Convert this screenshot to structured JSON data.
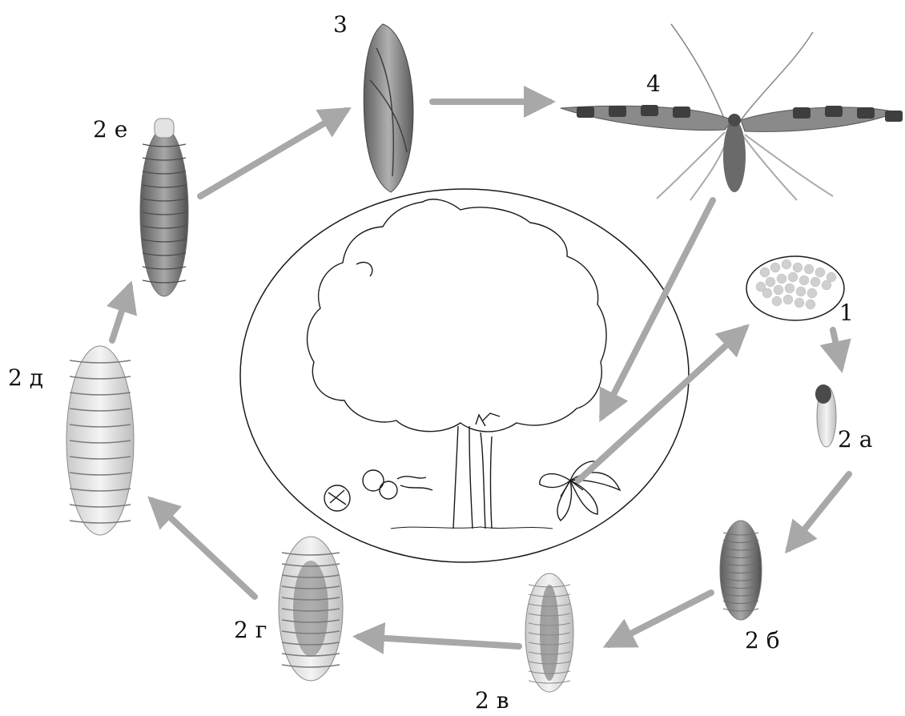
{
  "labels": {
    "stage_1": "1",
    "stage_2a": "2 а",
    "stage_2b": "2 б",
    "stage_2v": "2 в",
    "stage_2g": "2 г",
    "stage_2d": "2 д",
    "stage_2e": "2 е",
    "stage_3": "3",
    "stage_4": "4"
  },
  "colors": {
    "arrow": "#a8a8a8",
    "outline": "#1a1a1a",
    "larva_light": "#d9d9d9",
    "larva_dark": "#4a4a4a",
    "pupa": "#7d7d7d"
  }
}
